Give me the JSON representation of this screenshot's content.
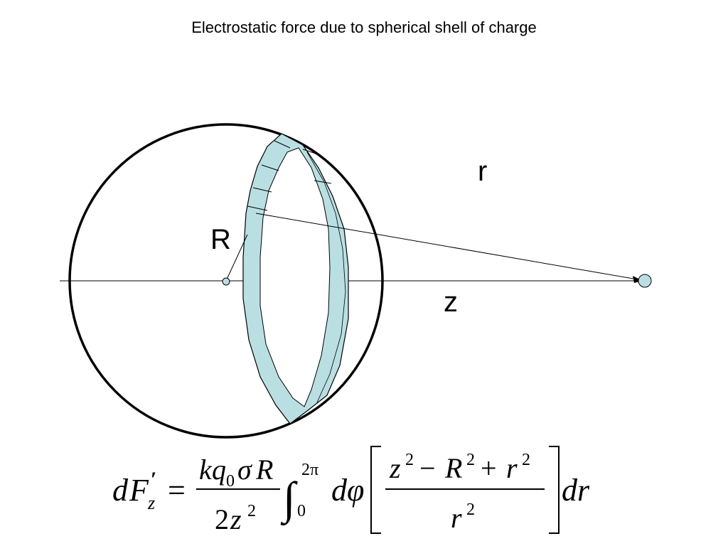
{
  "title": "Electrostatic force due to spherical shell of charge",
  "labels": {
    "R": "R",
    "r": "r",
    "z": "z"
  },
  "equation": {
    "lhs_d": "d",
    "lhs_F": "F",
    "lhs_prime": "′",
    "lhs_sub": "z",
    "equals": "=",
    "num_k": "k",
    "num_q": "q",
    "num_q_sub": "0",
    "num_sigma": "σ",
    "num_R": "R",
    "den_2": "2",
    "den_z": "z",
    "den_z_exp": "2",
    "int_sign": "∫",
    "int_upper": "2π",
    "int_lower": "0",
    "d_phi_d": "d",
    "d_phi_phi": "φ",
    "br_num_z": "z",
    "br_num_z_exp": "2",
    "br_num_minus": "−",
    "br_num_R": "R",
    "br_num_R_exp": "2",
    "br_num_plus": "+",
    "br_num_r": "r",
    "br_num_r_exp": "2",
    "br_den_r": "r",
    "br_den_r_exp": "2",
    "dr": "dr"
  },
  "colors": {
    "ring_fill": "#b9dfe2",
    "stroke": "#000000",
    "point_fill": "#b9dfe2"
  }
}
